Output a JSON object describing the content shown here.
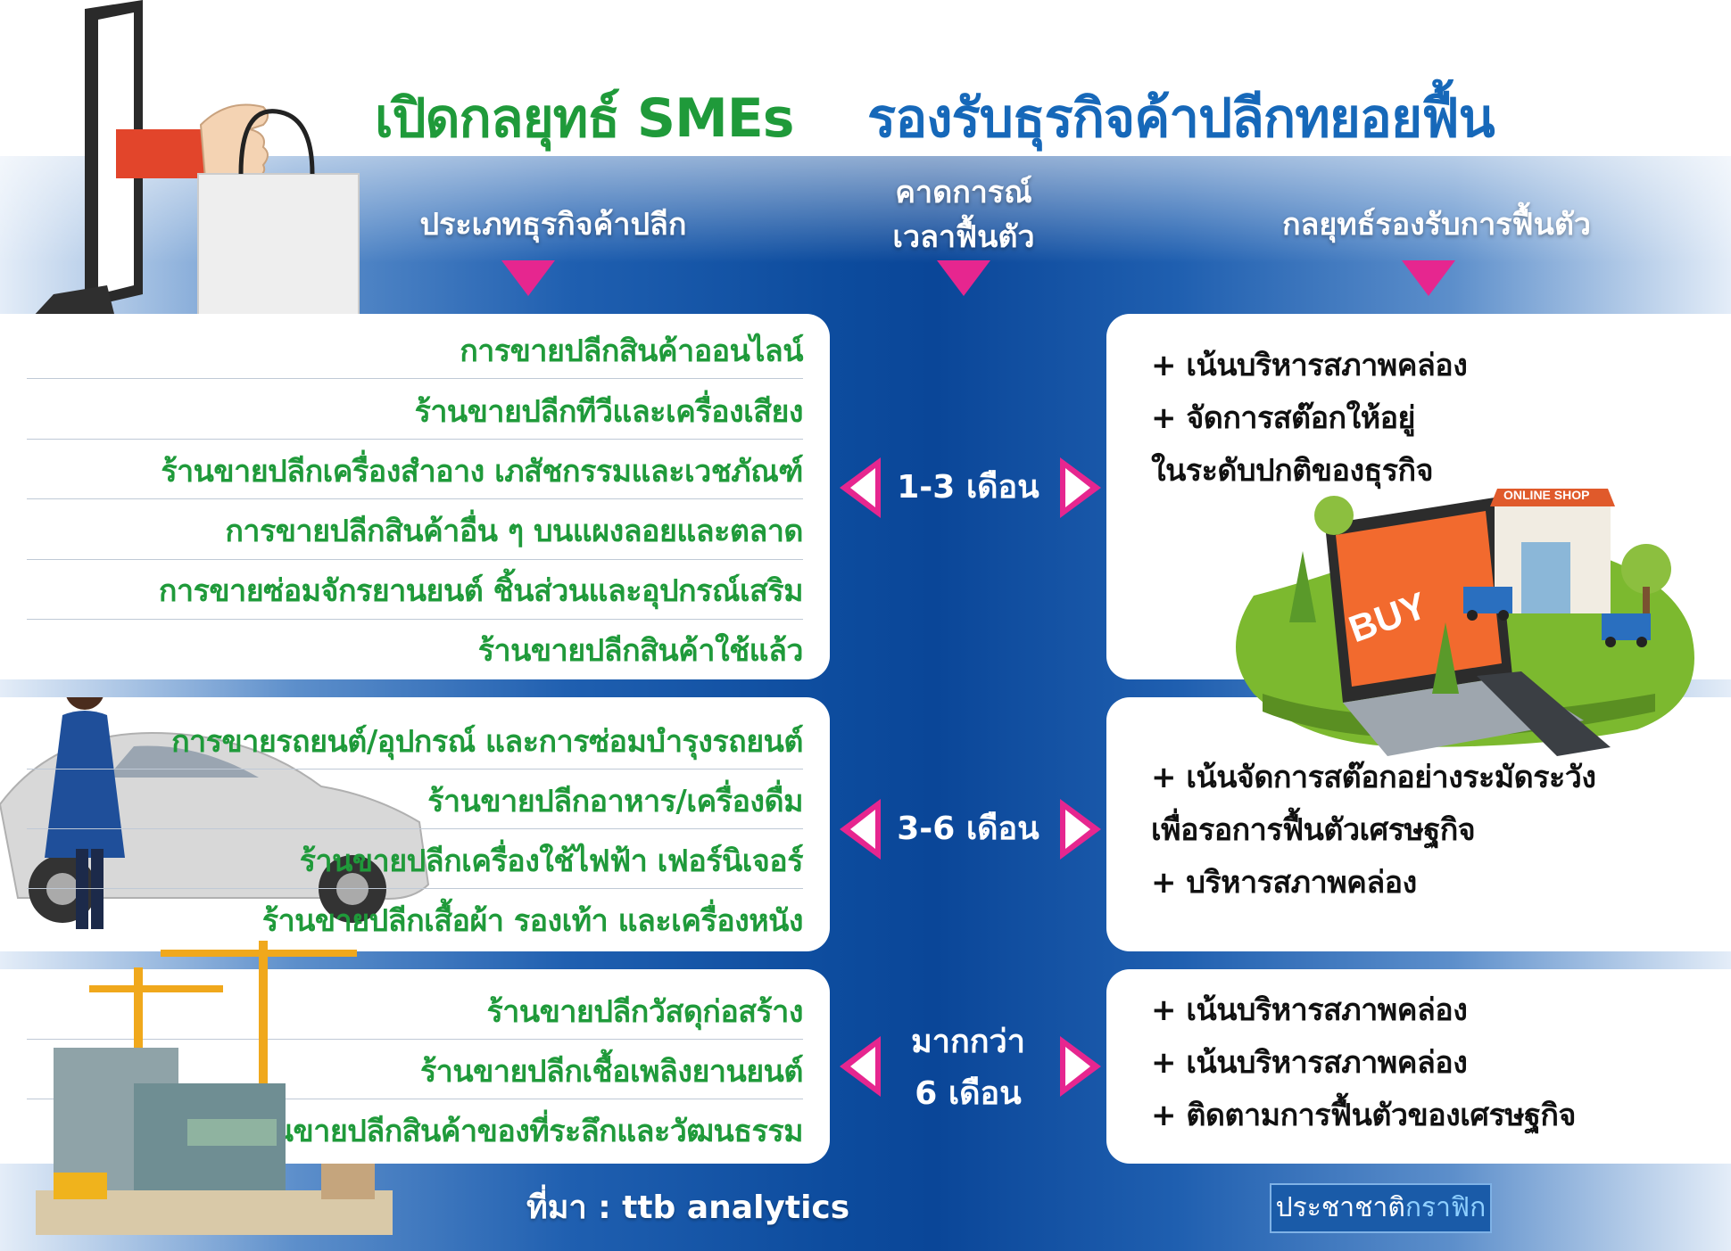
{
  "title": {
    "part1": "เปิดกลยุทธ์ SMEs",
    "part2": "รองรับธุรกิจค้าปลีกทยอยฟื้น"
  },
  "headers": {
    "business_types": "ประเภทธุรกิจค้าปลีก",
    "timeline_line1": "คาดการณ์",
    "timeline_line2": "เวลาฟื้นตัว",
    "strategies": "กลยุทธ์รองรับการฟื้นตัว"
  },
  "groups": [
    {
      "timeline": [
        "1-3 เดือน"
      ],
      "businesses": [
        "การขายปลีกสินค้าออนไลน์",
        "ร้านขายปลีกทีวีและเครื่องเสียง",
        "ร้านขายปลีกเครื่องสำอาง เภสัชกรรมและเวชภัณฑ์",
        "การขายปลีกสินค้าอื่น ๆ บนแผงลอยและตลาด",
        "การขายซ่อมจักรยานยนต์ ชิ้นส่วนและอุปกรณ์เสริม",
        "ร้านขายปลีกสินค้าใช้แล้ว"
      ],
      "strategies": [
        "+ เน้นบริหารสภาพคล่อง",
        "+ จัดการสต๊อกให้อยู่",
        "ในระดับปกติของธุรกิจ"
      ]
    },
    {
      "timeline": [
        "3-6 เดือน"
      ],
      "businesses": [
        "การขายรถยนต์/อุปกรณ์ และการซ่อมบำรุงรถยนต์",
        "ร้านขายปลีกอาหาร/เครื่องดื่ม",
        "ร้านขายปลีกเครื่องใช้ไฟฟ้า เฟอร์นิเจอร์",
        "ร้านขายปลีกเสื้อผ้า รองเท้า และเครื่องหนัง"
      ],
      "strategies": [
        "+ เน้นจัดการสต๊อกอย่างระมัดระวัง",
        "เพื่อรอการฟื้นตัวเศรษฐกิจ",
        "+ บริหารสภาพคล่อง"
      ]
    },
    {
      "timeline": [
        "มากกว่า",
        "6 เดือน"
      ],
      "businesses": [
        "ร้านขายปลีกวัสดุก่อสร้าง",
        "ร้านขายปลีกเชื้อเพลิงยานยนต์",
        "ร้านขายปลีกสินค้าของที่ระลึกและวัฒนธรรม"
      ],
      "strategies": [
        "+ เน้นบริหารสภาพคล่อง",
        "+ เน้นบริหารสภาพคล่อง",
        "+ ติดตามการฟื้นตัวของเศรษฐกิจ"
      ]
    }
  ],
  "illustrations": {
    "laptop_screen_text": "BUY",
    "shop_sign_text": "ONLINE SHOP"
  },
  "source": "ที่มา : ttb analytics",
  "logo": {
    "part1": "ประชาชาติ",
    "part2": "กราฟิก"
  },
  "colors": {
    "title_green": "#1f9a3a",
    "title_blue": "#1668b9",
    "band_blue": "#0d4c9e",
    "accent_magenta": "#e6268f",
    "business_text_green": "#1f9a3a"
  }
}
